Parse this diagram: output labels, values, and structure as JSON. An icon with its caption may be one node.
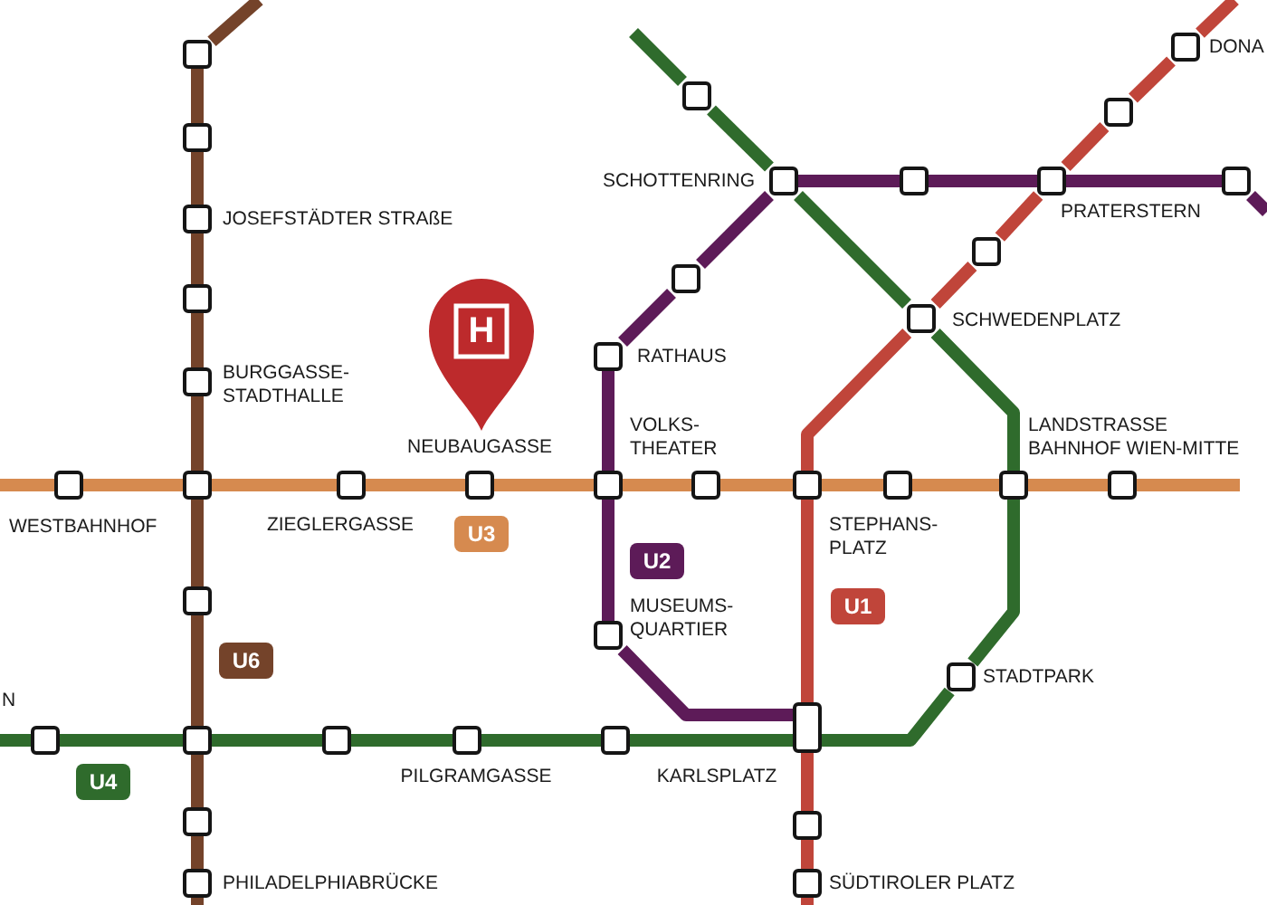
{
  "diagram": {
    "nodes": [
      {
        "text": [],
        "shape": "box"
      },
      {
        "text": [],
        "shape": "box",
        "beside": [
          "DONA"
        ]
      },
      {
        "text": [],
        "shape": "box"
      },
      {
        "text": [],
        "shape": "box"
      },
      {
        "text": [],
        "shape": "box"
      },
      {
        "text": [],
        "shape": "box",
        "beside": [
          "SCHOTTENRING"
        ]
      },
      {
        "text": [],
        "shape": "box"
      },
      {
        "text": [],
        "shape": "box",
        "beside": [
          "PRATERSTERN"
        ]
      },
      {
        "text": [],
        "shape": "box"
      },
      {
        "text": [],
        "shape": "box",
        "beside": [
          "JOSEFSTÄDTER STRAßE"
        ]
      },
      {
        "text": [],
        "shape": "box"
      },
      {
        "text": [],
        "shape": "box"
      },
      {
        "text": [],
        "shape": "box"
      },
      {
        "text": [
          "H"
        ]
      },
      {
        "text": [],
        "shape": "box",
        "beside": [
          "SCHWEDENPLATZ"
        ]
      },
      {
        "text": [],
        "shape": "box",
        "beside": [
          "RATHAUS"
        ]
      },
      {
        "text": [],
        "shape": "box",
        "beside": [
          "BURGGASSE- STADTHALLE"
        ]
      },
      {
        "text": [],
        "shape": "box",
        "beside": [
          "WESTBAHNHOF"
        ]
      },
      {
        "text": [],
        "shape": "box"
      },
      {
        "text": [],
        "shape": "box",
        "beside": [
          "ZIEGLERGASSE"
        ]
      },
      {
        "text": [],
        "shape": "box",
        "beside": [
          "NEUBAUGASSE"
        ]
      },
      {
        "text": [],
        "shape": "box",
        "beside": [
          "VOLKS- THEATER"
        ]
      },
      {
        "text": [],
        "shape": "box"
      },
      {
        "text": [],
        "shape": "box",
        "beside": [
          "STEPHANS- PLATZ"
        ]
      },
      {
        "text": [],
        "shape": "box"
      },
      {
        "text": [],
        "shape": "box",
        "beside": [
          "LANDSTRASSE BAHNHOF WIEN-MITTE"
        ]
      },
      {
        "text": [],
        "shape": "box"
      },
      {
        "text": [
          "U3"
        ]
      },
      {
        "text": [
          "U2"
        ]
      },
      {
        "text": [
          "U1"
        ]
      },
      {
        "text": [],
        "shape": "box"
      },
      {
        "text": [],
        "shape": "box",
        "beside": [
          "MUSEUMS- QUARTIER"
        ]
      },
      {
        "text": [
          "U6"
        ]
      },
      {
        "text": [],
        "shape": "box",
        "beside": [
          "STADTPARK"
        ]
      },
      {
        "text": [],
        "shape": "box"
      },
      {
        "text": [],
        "shape": "box"
      },
      {
        "text": [],
        "shape": "box"
      },
      {
        "text": [],
        "shape": "box",
        "beside": [
          "PILGRAMGASSE"
        ]
      },
      {
        "text": [],
        "shape": "box"
      },
      {
        "text": [],
        "shape": "box",
        "beside": [
          "KARLSPLATZ"
        ]
      },
      {
        "text": [
          "U4"
        ]
      },
      {
        "text": [],
        "shape": "box"
      },
      {
        "text": [],
        "shape": "box"
      },
      {
        "text": [],
        "shape": "box",
        "beside": [
          "PHILADELPHIABRÜCKE"
        ]
      },
      {
        "text": [],
        "shape": "box",
        "beside": [
          "SÜDTIROLER PLATZ"
        ]
      }
    ],
    "edges": [
      {
        "from": null,
        "to": 0,
        "arrow": "none",
        "color": "#74432a"
      },
      {
        "from": 0,
        "to": 4,
        "arrow": "none",
        "color": "#74432a"
      },
      {
        "from": 4,
        "to": 9,
        "arrow": "none",
        "color": "#74432a"
      },
      {
        "from": 9,
        "to": 12,
        "arrow": "none",
        "color": "#74432a"
      },
      {
        "from": 12,
        "to": 16,
        "arrow": "none",
        "color": "#74432a"
      },
      {
        "from": 16,
        "to": 18,
        "arrow": "none",
        "color": "#74432a"
      },
      {
        "from": 18,
        "to": 30,
        "arrow": "none",
        "color": "#74432a"
      },
      {
        "from": 30,
        "to": 35,
        "arrow": "none",
        "color": "#74432a"
      },
      {
        "from": 35,
        "to": 41,
        "arrow": "none",
        "color": "#74432a"
      },
      {
        "from": 41,
        "to": 43,
        "arrow": "none",
        "color": "#74432a"
      },
      {
        "from": 43,
        "to": null,
        "arrow": "none",
        "color": "#74432a"
      },
      {
        "from": null,
        "to": 17,
        "arrow": "none",
        "color": "#d68a4f"
      },
      {
        "from": 17,
        "to": 18,
        "arrow": "none",
        "color": "#d68a4f"
      },
      {
        "from": 18,
        "to": 19,
        "arrow": "none",
        "color": "#d68a4f"
      },
      {
        "from": 19,
        "to": 20,
        "arrow": "none",
        "color": "#d68a4f"
      },
      {
        "from": 20,
        "to": 21,
        "arrow": "none",
        "color": "#d68a4f"
      },
      {
        "from": 21,
        "to": 22,
        "arrow": "none",
        "color": "#d68a4f"
      },
      {
        "from": 22,
        "to": 23,
        "arrow": "none",
        "color": "#d68a4f"
      },
      {
        "from": 23,
        "to": 24,
        "arrow": "none",
        "color": "#d68a4f"
      },
      {
        "from": 24,
        "to": 25,
        "arrow": "none",
        "color": "#d68a4f"
      },
      {
        "from": 25,
        "to": 26,
        "arrow": "none",
        "color": "#d68a4f"
      },
      {
        "from": 26,
        "to": null,
        "arrow": "none",
        "color": "#d68a4f"
      },
      {
        "from": 5,
        "to": 6,
        "arrow": "none",
        "color": "#5d1b58"
      },
      {
        "from": 6,
        "to": 7,
        "arrow": "none",
        "color": "#5d1b58"
      },
      {
        "from": 7,
        "to": 8,
        "arrow": "none",
        "color": "#5d1b58"
      },
      {
        "from": 8,
        "to": null,
        "arrow": "none",
        "color": "#5d1b58"
      },
      {
        "from": 5,
        "to": 11,
        "arrow": "none",
        "color": "#5d1b58"
      },
      {
        "from": 11,
        "to": 15,
        "arrow": "none",
        "color": "#5d1b58"
      },
      {
        "from": 15,
        "to": 21,
        "arrow": "none",
        "color": "#5d1b58"
      },
      {
        "from": 21,
        "to": 31,
        "arrow": "none",
        "color": "#5d1b58"
      },
      {
        "from": 31,
        "to": 39,
        "arrow": "none",
        "color": "#5d1b58"
      },
      {
        "from": null,
        "to": 2,
        "arrow": "none",
        "color": "#2f6b2c"
      },
      {
        "from": 2,
        "to": 5,
        "arrow": "none",
        "color": "#2f6b2c"
      },
      {
        "from": 5,
        "to": 14,
        "arrow": "none",
        "color": "#2f6b2c"
      },
      {
        "from": 14,
        "to": 25,
        "arrow": "none",
        "color": "#2f6b2c"
      },
      {
        "from": 25,
        "to": 33,
        "arrow": "none",
        "color": "#2f6b2c"
      },
      {
        "from": 33,
        "to": 39,
        "arrow": "none",
        "color": "#2f6b2c"
      },
      {
        "from": 39,
        "to": 38,
        "arrow": "none",
        "color": "#2f6b2c"
      },
      {
        "from": 38,
        "to": 37,
        "arrow": "none",
        "color": "#2f6b2c"
      },
      {
        "from": 37,
        "to": 36,
        "arrow": "none",
        "color": "#2f6b2c"
      },
      {
        "from": 36,
        "to": 35,
        "arrow": "none",
        "color": "#2f6b2c"
      },
      {
        "from": 35,
        "to": 34,
        "arrow": "none",
        "color": "#2f6b2c"
      },
      {
        "from": 34,
        "to": null,
        "arrow": "none",
        "color": "#2f6b2c"
      },
      {
        "from": null,
        "to": 1,
        "arrow": "none",
        "color": "#c0453a"
      },
      {
        "from": 1,
        "to": 3,
        "arrow": "none",
        "color": "#c0453a"
      },
      {
        "from": 3,
        "to": 7,
        "arrow": "none",
        "color": "#c0453a"
      },
      {
        "from": 7,
        "to": 10,
        "arrow": "none",
        "color": "#c0453a"
      },
      {
        "from": 10,
        "to": 14,
        "arrow": "none",
        "color": "#c0453a"
      },
      {
        "from": 14,
        "to": 23,
        "arrow": "none",
        "color": "#c0453a"
      },
      {
        "from": 23,
        "to": 39,
        "arrow": "none",
        "color": "#c0453a"
      },
      {
        "from": 39,
        "to": 42,
        "arrow": "none",
        "color": "#c0453a"
      },
      {
        "from": 42,
        "to": 44,
        "arrow": "none",
        "color": "#c0453a"
      },
      {
        "from": 44,
        "to": null,
        "arrow": "none",
        "color": "#c0453a"
      }
    ],
    "labels": [
      "N"
    ]
  }
}
